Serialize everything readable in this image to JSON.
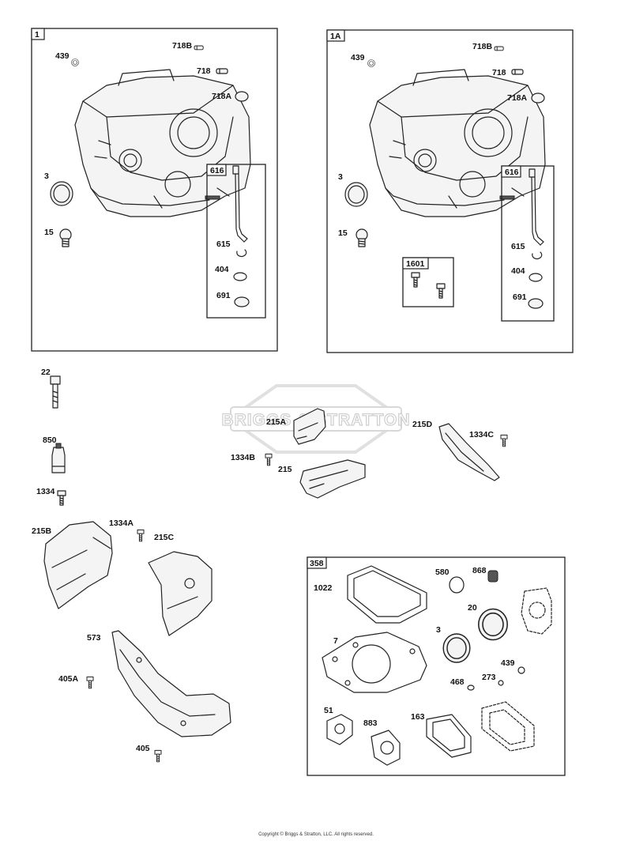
{
  "watermark": {
    "text": "BRIGGS & STRATTON"
  },
  "copyright": "Copyright © Briggs & Stratton, LLC. All rights reserved.",
  "boxes": {
    "b1": "1",
    "b1a": "1A",
    "b616a": "616",
    "b616b": "616",
    "b1601": "1601",
    "b358": "358"
  },
  "labels": {
    "l439a": "439",
    "l718Ba": "718B",
    "l718a": "718",
    "l718Aa": "718A",
    "l3a": "3",
    "l15a": "15",
    "l615a": "615",
    "l404a": "404",
    "l691a": "691",
    "l439b": "439",
    "l718Bb": "718B",
    "l718b": "718",
    "l718Ab": "718A",
    "l3b": "3",
    "l15b": "15",
    "l615b": "615",
    "l404b": "404",
    "l691b": "691",
    "l22": "22",
    "l850": "850",
    "l1334": "1334",
    "l215A": "215A",
    "l1334B": "1334B",
    "l215": "215",
    "l215D": "215D",
    "l1334C": "1334C",
    "l215B": "215B",
    "l1334A": "1334A",
    "l215C": "215C",
    "l573": "573",
    "l405A": "405A",
    "l405": "405",
    "l1022": "1022",
    "l580": "580",
    "l868": "868",
    "l20": "20",
    "l7": "7",
    "l3c": "3",
    "l439c": "439",
    "l468": "468",
    "l273": "273",
    "l51": "51",
    "l883": "883",
    "l163": "163"
  }
}
